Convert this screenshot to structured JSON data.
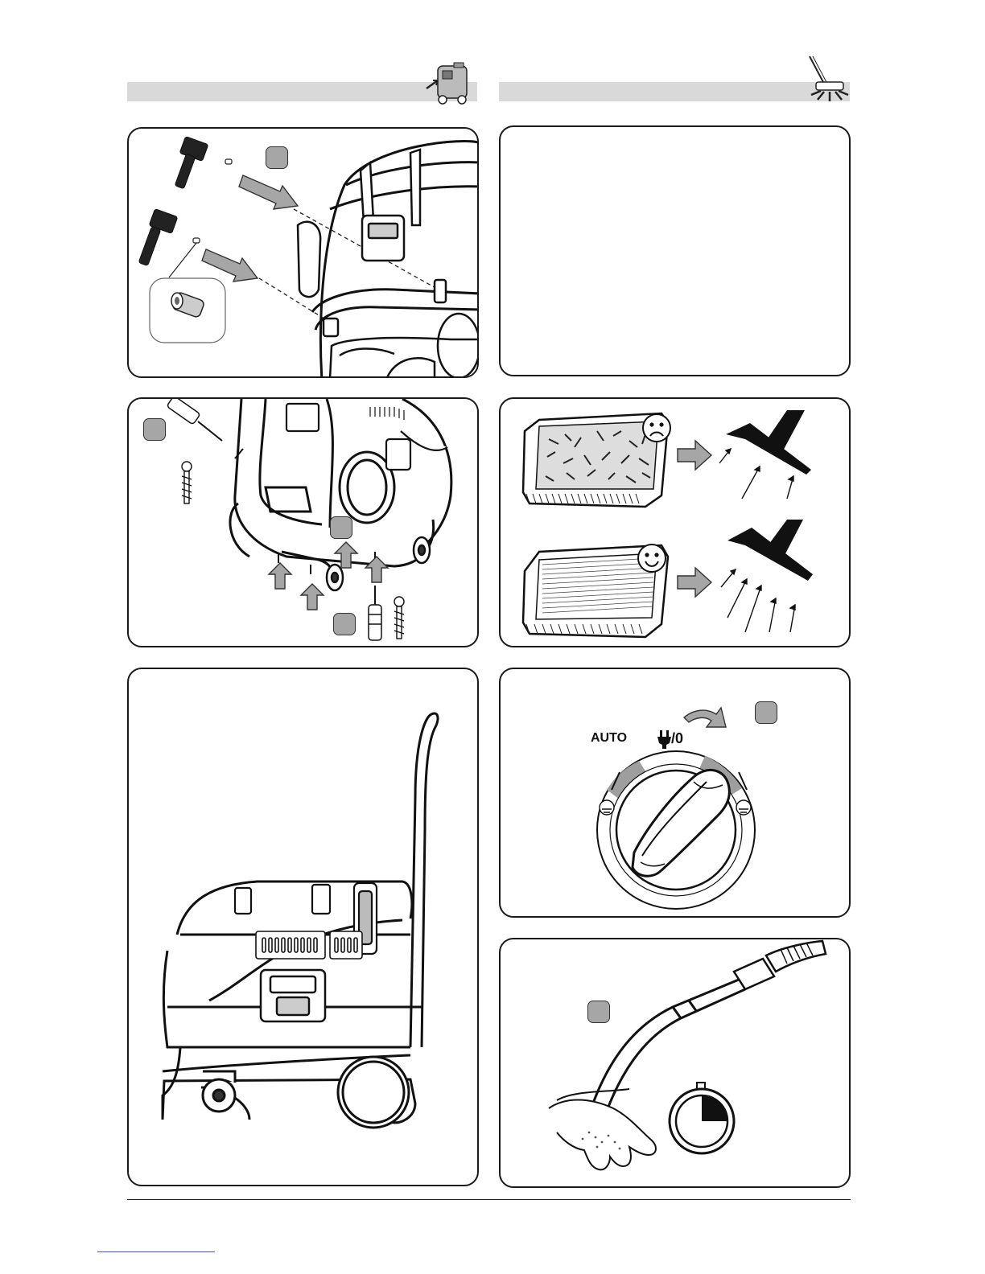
{
  "dial": {
    "auto_label": "AUTO",
    "off_label": "/0",
    "on_label": "I"
  },
  "colors": {
    "panel_border": "#1a1a1a",
    "header_bar": "#d9d9d9",
    "step_badge": "#a6a6a6",
    "arrow_fill": "#a6a6a6",
    "dial_band": "#9e9e9e"
  },
  "icons": {
    "left_header": "vacuum-cleaner-icon",
    "right_header": "floor-nozzle-icon",
    "sad_face": "sad-face-icon",
    "happy_face": "happy-face-icon",
    "timer": "stopwatch-icon"
  }
}
